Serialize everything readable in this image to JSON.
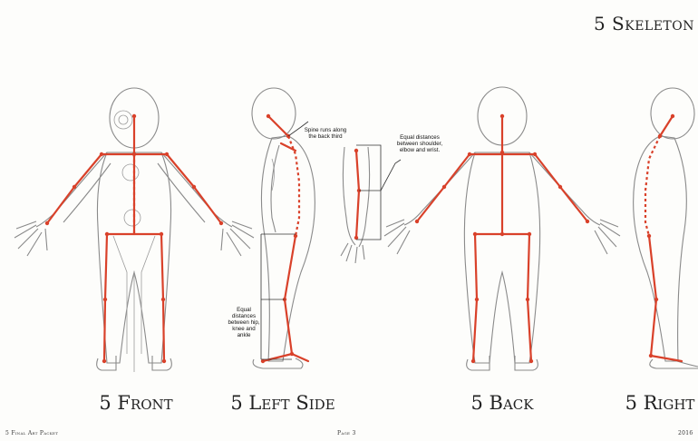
{
  "header": {
    "title": "5 Skeleton"
  },
  "views": [
    {
      "label": "5 Front"
    },
    {
      "label": "5 Left Side"
    },
    {
      "label": "5 Back"
    },
    {
      "label": "5 Right"
    }
  ],
  "annotations": {
    "spine": "Spine runs along the back third",
    "arm": "Equal distances between shoulder, elbow and wrist.",
    "leg": "Equal distances between hip, knee and ankle"
  },
  "footer": {
    "left": "5 Final Art Packet",
    "center": "Page 3",
    "right": "2016"
  },
  "colors": {
    "skeleton": "#d9412a",
    "outline": "#8a8a8a",
    "ink": "#222222"
  }
}
